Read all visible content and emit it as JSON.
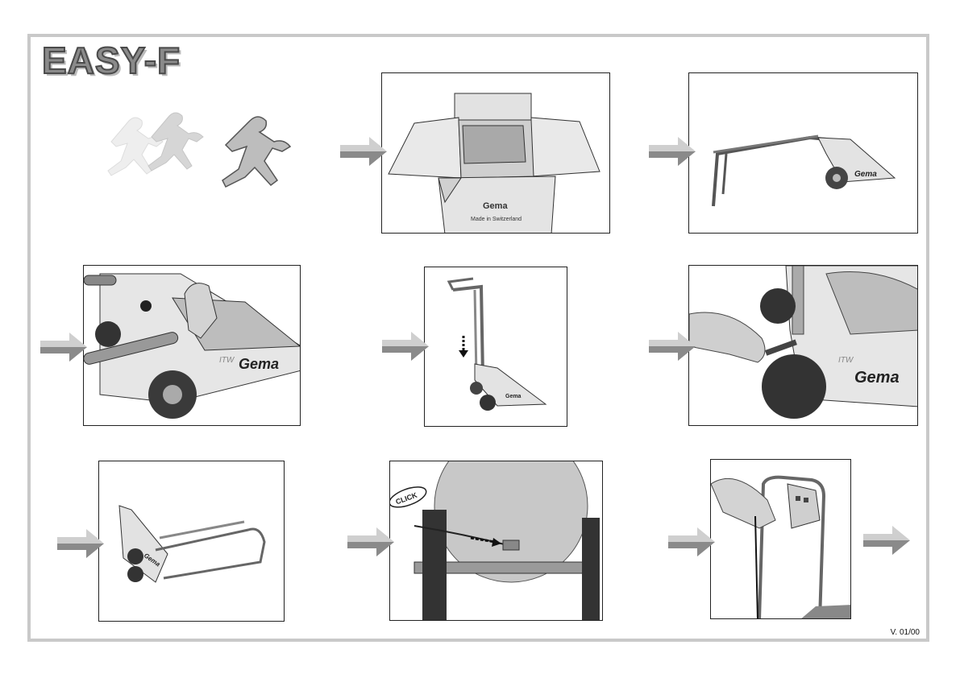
{
  "title": "EASY-F",
  "version": "V. 01/00",
  "brand": {
    "prefix": "ITW",
    "name": "Gema"
  },
  "labels": {
    "click": "CLICK",
    "box_text": "Made in Switzerland"
  },
  "colors": {
    "frame": "#c9c9c9",
    "arrow_light": "#d0d0d0",
    "arrow_dark": "#8a8a8a",
    "ink": "#222222"
  }
}
